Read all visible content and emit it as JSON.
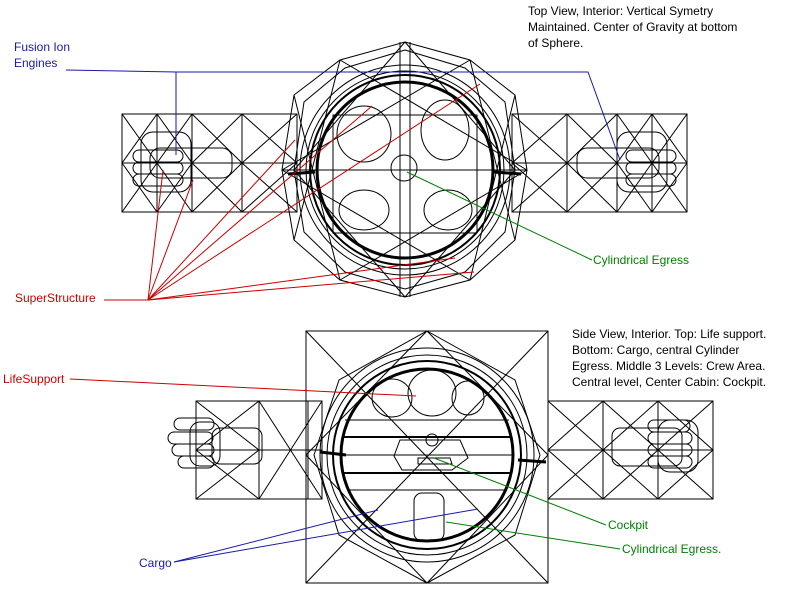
{
  "colors": {
    "ink": "#000000",
    "red": "#cc0000",
    "blue": "#1a1aaa",
    "green": "#008000"
  },
  "top_view": {
    "note_lines": [
      "Top View, Interior:  Vertical Symetry",
      "Maintained.  Center of Gravity at bottom",
      "of Sphere."
    ],
    "engines_label_lines": [
      "Fusion Ion",
      "Engines"
    ],
    "superstructure_label": "SuperStructure",
    "egress_label": "Cylindrical Egress"
  },
  "side_view": {
    "note_lines": [
      "Side View, Interior.  Top: Life support.",
      "Bottom: Cargo, central Cylinder",
      "Egress.  Middle 3 Levels: Crew Area.",
      "Central level, Center Cabin: Cockpit."
    ],
    "lifesupport_label": "LifeSupport",
    "cockpit_label": "Cockpit",
    "egress_label": "Cylindrical Egress.",
    "cargo_label": "Cargo"
  }
}
